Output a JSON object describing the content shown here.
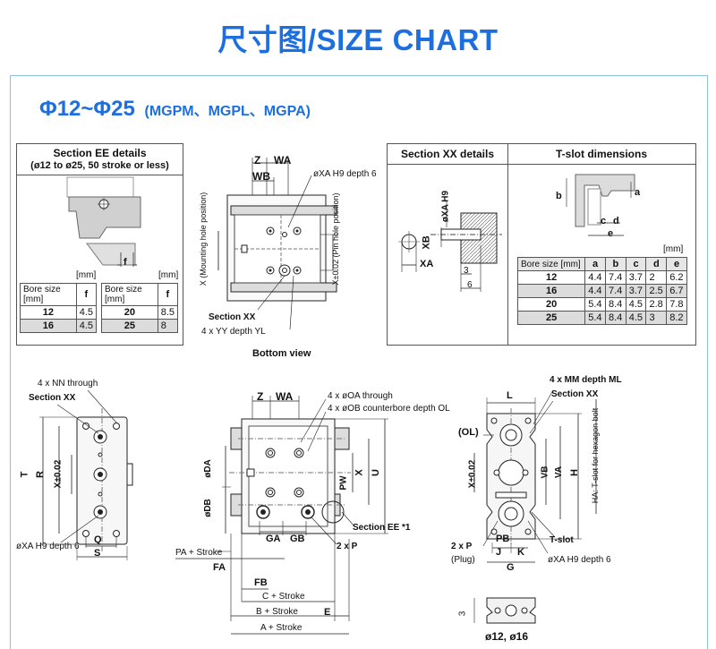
{
  "page_title": "尺寸图/SIZE CHART",
  "series": {
    "bore_range": "Φ12~Φ25",
    "models": "(MGPM、MGPL、MGPA)"
  },
  "section_ee": {
    "title": "Section EE details",
    "subtitle": "(ø12 to ø25, 50 stroke or less)",
    "dim_f": "f",
    "unit": "[mm]",
    "col_bore": "Bore size [mm]",
    "col_f": "f",
    "left_rows": [
      {
        "bore": "12",
        "f": "4.5"
      },
      {
        "bore": "16",
        "f": "4.5"
      }
    ],
    "right_rows": [
      {
        "bore": "20",
        "f": "8.5"
      },
      {
        "bore": "25",
        "f": "8"
      }
    ]
  },
  "bottom_view": {
    "caption": "Bottom view",
    "dim_z": "Z",
    "dim_wa": "WA",
    "dim_wb": "WB",
    "xa_label": "øXA H9 depth 6",
    "x_label": "X (Mounting hole position)",
    "xtol_label": "X±0.02 (Pin hole position)",
    "section_label": "Section XX",
    "yy_label": "4 x YY depth YL"
  },
  "section_xx": {
    "title": "Section XX details",
    "dim_xa_h9": "øXA H9",
    "dim_xb": "XB",
    "dim_xa": "XA",
    "dim_3": "3",
    "dim_6": "6"
  },
  "tslot": {
    "title": "T-slot dimensions",
    "unit": "[mm]",
    "headers": [
      "Bore size [mm]",
      "a",
      "b",
      "c",
      "d",
      "e"
    ],
    "rows": [
      [
        "12",
        "4.4",
        "7.4",
        "3.7",
        "2",
        "6.2"
      ],
      [
        "16",
        "4.4",
        "7.4",
        "3.7",
        "2.5",
        "6.7"
      ],
      [
        "20",
        "5.4",
        "8.4",
        "4.5",
        "2.8",
        "7.8"
      ],
      [
        "25",
        "5.4",
        "8.4",
        "4.5",
        "3",
        "8.2"
      ]
    ],
    "dim_a": "a",
    "dim_b": "b",
    "dim_c": "c",
    "dim_d": "d",
    "dim_e": "e"
  },
  "left_view": {
    "nn_label": "4 x NN through",
    "section_label": "Section XX",
    "dim_t": "T",
    "dim_r": "R",
    "dim_x_tol": "X±0.02",
    "dim_q": "Q",
    "dim_s": "S",
    "xa_label": "øXA H9 depth 6"
  },
  "front_view": {
    "dim_z": "Z",
    "dim_wa": "WA",
    "oa_label": "4 x øOA through",
    "ob_label": "4 x øOB counterbore depth OL",
    "dim_da": "øDA",
    "dim_db": "øDB",
    "dim_pw": "PW",
    "dim_x": "X",
    "dim_u": "U",
    "section_ee_label": "Section EE *1",
    "dim_ga": "GA",
    "dim_gb": "GB",
    "p_label": "2 x P",
    "pa_label": "PA + Stroke",
    "dim_fa": "FA",
    "dim_fb": "FB",
    "c_label": "C + Stroke",
    "b_label": "B + Stroke",
    "dim_e": "E",
    "a_label": "A + Stroke"
  },
  "right_view": {
    "mm_label": "4 x MM depth ML",
    "section_label": "Section XX",
    "dim_l": "L",
    "ol_label": "(OL)",
    "dim_x_tol": "X±0.02",
    "dim_vb": "VB",
    "dim_va": "VA",
    "dim_h": "H",
    "ha_label": "HA: T-slot for hexagon bolt",
    "p_label": "2 x P",
    "plug_label": "(Plug)",
    "dim_pb": "PB",
    "tslot_label": "T-slot",
    "dim_j": "J",
    "dim_k": "K",
    "dim_g": "G",
    "xa_label": "øXA H9 depth 6",
    "dim_3": "3",
    "bore_note": "ø12, ø16"
  }
}
